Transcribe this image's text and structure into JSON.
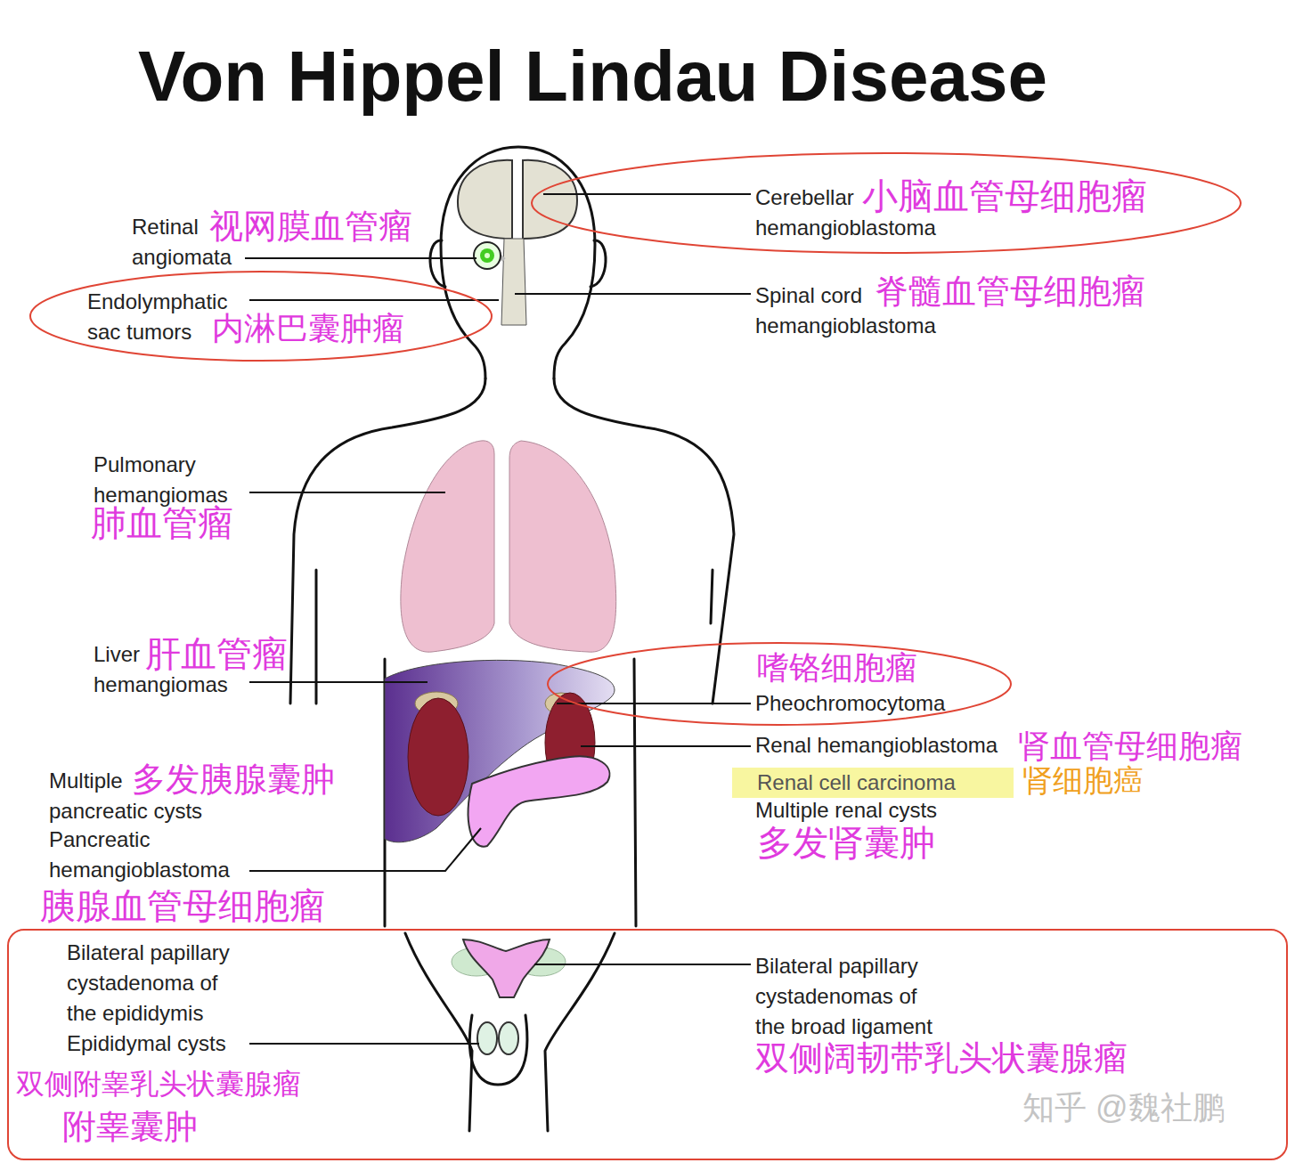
{
  "diagram": {
    "title": "Von Hippel Lindau Disease",
    "nodes": [
      {
        "text": [
          "Cerebellar hemangioblastoma",
          "小脑血管母细胞瘤"
        ]
      },
      {
        "text": [
          "Endolymphatic sac tumors",
          "内淋巴囊肿瘤"
        ]
      },
      {
        "text": [
          "嗜铬细胞瘤",
          "Pheochromocytoma"
        ]
      },
      {
        "text": [
          "Renal cell carcinoma"
        ]
      },
      {
        "text": [
          "Bilateral papillary cystadenoma of the epididymis",
          "Epididymal cysts",
          "双侧附睾乳头状囊腺瘤",
          "附睾囊肿",
          "Bilateral papillary cystadenomas of the broad ligament",
          "双侧阔韧带乳头状囊腺瘤"
        ]
      }
    ],
    "labels": [
      "Retinal angiomata",
      "视网膜血管瘤",
      "Spinal cord hemangioblastoma",
      "脊髓血管母细胞瘤",
      "Pulmonary hemangiomas",
      "肺血管瘤",
      "Liver hemangiomas",
      "肝血管瘤",
      "Multiple pancreatic cysts",
      "多发胰腺囊肿",
      "Pancreatic hemangioblastoma",
      "胰腺血管母细胞瘤",
      "Renal hemangioblastoma",
      "肾血管母细胞瘤",
      "肾细胞癌",
      "Multiple renal cysts",
      "多发肾囊肿",
      "知乎 @魏社鹏"
    ]
  }
}
